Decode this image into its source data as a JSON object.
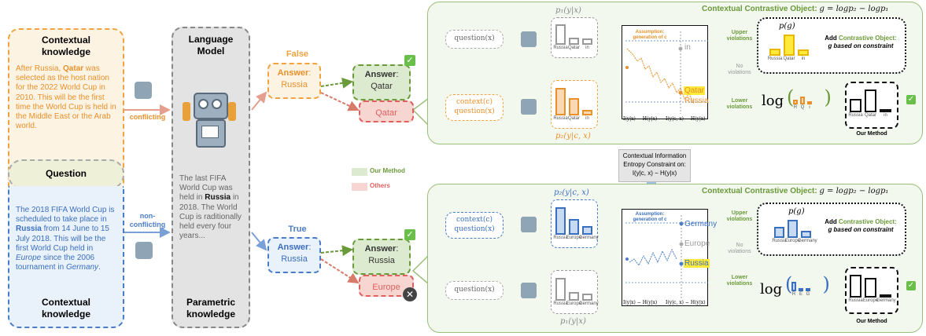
{
  "left": {
    "ctx_title": "Contextual\nknowledge",
    "ctx_text_parts": [
      {
        "t": "After Russia, ",
        "b": false
      },
      {
        "t": "Qatar",
        "b": true
      },
      {
        "t": " was selected as the host nation for the 2022 World Cup in 2010. This will be the first time the World Cup is held in the Middle East or the Arab world.",
        "b": false
      }
    ],
    "question_label": "Question",
    "bottom_text_parts": [
      {
        "t": "The 2018 FIFA World Cup is scheduled to take place in ",
        "b": false,
        "i": false
      },
      {
        "t": "Russia",
        "b": true,
        "i": false
      },
      {
        "t": " from 14 June to 15 July 2018. This will be the first World Cup held in ",
        "b": false,
        "i": false
      },
      {
        "t": "Europe",
        "b": false,
        "i": true
      },
      {
        "t": " since the 2006 tournament in ",
        "b": false,
        "i": false
      },
      {
        "t": "Germany",
        "b": false,
        "i": true
      },
      {
        "t": ".",
        "b": false,
        "i": false
      }
    ],
    "bottom_title": "Contextual\nknowledge"
  },
  "arrows": {
    "conflicting": "conflicting",
    "nonconflicting": "non-\nconflicting"
  },
  "lm": {
    "title": "Language\nModel",
    "text_parts": [
      {
        "t": "The last FIFA World Cup was held in ",
        "b": false
      },
      {
        "t": "Russia",
        "b": true
      },
      {
        "t": " in 2018. The World Cup is raditionally held every four years...",
        "b": false
      }
    ],
    "param": "Parametric\nknowledge"
  },
  "answers": {
    "false_label": "False",
    "true_label": "True",
    "answer_word": "Answer",
    "top_param": "Russia",
    "top_ours": "Qatar",
    "top_others": "Qatar",
    "bot_param": "Russia",
    "bot_ours": "Russia",
    "bot_others": "Europe"
  },
  "legend": {
    "ours": "Our Method",
    "others": "Others"
  },
  "center_box": "Contextual Information\nEntropy Constraint on:\nI(y|c, x) − H(y|x)",
  "top_panel": {
    "title_prefix": "Contextual Contrastive Object: ",
    "formula": "g = logp₂ − logp₁",
    "p1_label": "p₁(y|x)",
    "p2_label": "p₂(y|c, x)",
    "q_label": "question(x)",
    "ctx_label": "context(c)\nquestion(x)",
    "bars_labels": [
      "Russia",
      "Qatar",
      "in"
    ],
    "upper": "Upper\nviolations",
    "none": "No\nviolations",
    "lower": "Lower\nviolations",
    "assumption": "Assumption:\ngeneration of c",
    "plot_words": [
      "in",
      "Qatar",
      "Russia"
    ],
    "x_left": "I(y|x) − H(y|x)",
    "x_right": "I(y|c, x) − H(y|x)",
    "pg": "p(g)",
    "add_prefix": "Add ",
    "add_colored": "Contrastive Object:",
    "add_suffix": "g based on constraint",
    "log": "log",
    "log_letters": [
      "R",
      "Q",
      "i"
    ],
    "our_method": "Our Method"
  },
  "bottom_panel": {
    "title_prefix": "Contextual Contrastive Object: ",
    "formula": "g = logp₂ − logp₁",
    "p2_label": "p₂(y|c, x)",
    "p1_label": "p₁(y|x)",
    "ctx_label": "context(c)\nquestion(x)",
    "q_label": "question(x)",
    "bars_labels": [
      "Russia",
      "Europe",
      "Germany"
    ],
    "upper": "Upper\nviolations",
    "none": "No\nviolations",
    "lower": "Lower\nviolations",
    "assumption": "Assumption:\ngeneration of c",
    "plot_words": [
      "Germany",
      "Europe",
      "Russia"
    ],
    "x_left": "I(y|x) − H(y|x)",
    "x_right": "I(y|c, x) − H(y|x)",
    "pg": "p(g)",
    "add_prefix": "Add ",
    "add_colored": "Contrastive Object:",
    "add_suffix": "g based on constraint",
    "log": "log",
    "log_letters": [
      "R",
      "E",
      "G"
    ],
    "our_method": "Our Method"
  },
  "colors": {
    "orange": "#f0a340",
    "orange_text": "#e8902a",
    "blue": "#4a7cc7",
    "blue_text": "#4a7cc7",
    "green": "#6a9a3a",
    "green_fill": "#dcebd0",
    "red": "#e06060",
    "red_fill": "#f7d5d0",
    "yellow": "#ffe93a"
  }
}
